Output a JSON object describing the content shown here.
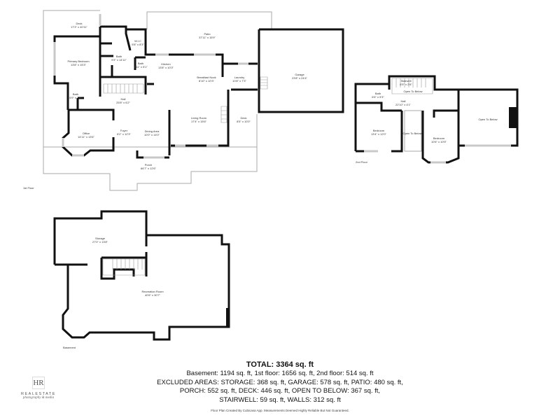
{
  "floors": {
    "first": {
      "label": "1st Floor",
      "rooms": [
        {
          "name": "Deck",
          "dims": "17'3\" x 40'11\""
        },
        {
          "name": "Primary Bedroom",
          "dims": "13'8\" x 15'3\""
        },
        {
          "name": "Bath",
          "dims": "9'9\" x 14'11\""
        },
        {
          "name": "W.I.C",
          "dims": "5'8\" x 8'3\""
        },
        {
          "name": "Bath",
          "dims": "2'11\" x 5'1\""
        },
        {
          "name": "Kitchen",
          "dims": "13'8\" x 10'3\""
        },
        {
          "name": "Patio",
          "dims": "37'11\" x 15'9\""
        },
        {
          "name": "Breakfast Nook",
          "dims": "8'10\" x 10'3\""
        },
        {
          "name": "Laundry",
          "dims": "10'8\" x 7'3\""
        },
        {
          "name": "Garage",
          "dims": "23'8\" x 24'4\""
        },
        {
          "name": "Bath",
          "dims": "6'9\" x 7'9\""
        },
        {
          "name": "Hall",
          "dims": "25'8\" x 6'2\""
        },
        {
          "name": "Office",
          "dims": "14'11\" x 13'6\""
        },
        {
          "name": "Foyer",
          "dims": "6'2\" x 12'3\""
        },
        {
          "name": "Dining Area",
          "dims": "10'0\" x 14'0\""
        },
        {
          "name": "Living Room",
          "dims": "17'4\" x 15'6\""
        },
        {
          "name": "Deck",
          "dims": "8'5\" x 10'0\""
        },
        {
          "name": "Porch",
          "dims": "66'7\" x 12'6\""
        }
      ]
    },
    "second": {
      "label": "2nd Floor",
      "rooms": [
        {
          "name": "Stairwell",
          "dims": "6'5\" x 2'6\""
        },
        {
          "name": "Open To Below",
          "dims": ""
        },
        {
          "name": "Bath",
          "dims": "6'6\" x 5'3\""
        },
        {
          "name": "Hall",
          "dims": "22'10\" x 4'1\""
        },
        {
          "name": "Bedroom",
          "dims": "13'4\" x 12'0\""
        },
        {
          "name": "Open To Below",
          "dims": ""
        },
        {
          "name": "Bedroom",
          "dims": "10'6\" x 10'5\""
        },
        {
          "name": "Open To Below",
          "dims": ""
        }
      ]
    },
    "basement": {
      "label": "Basement",
      "rooms": [
        {
          "name": "Storage",
          "dims": "27'0\" x 13'8\""
        },
        {
          "name": "Recreation Room",
          "dims": "40'6\" x 30'7\""
        }
      ]
    }
  },
  "summary": {
    "total": "TOTAL: 3364 sq. ft",
    "lines": [
      "Basement: 1194 sq. ft, 1st floor: 1656 sq. ft, 2nd floor: 514 sq. ft",
      "EXCLUDED AREAS: STORAGE: 368 sq. ft, GARAGE: 578 sq. ft, PATIO: 480 sq. ft,",
      "PORCH: 552 sq. ft, DECK: 446 sq. ft, OPEN TO BELOW: 367 sq. ft,",
      "STAIRWELL: 59 sq. ft, WALLS: 312 sq. ft"
    ],
    "credit": "Floor Plan Created By Cubicasa App. Measurements Deemed Highly Reliable But Not Guaranteed."
  },
  "logo": {
    "monogram": "HR",
    "brand": "REALESTATE",
    "tagline": "photography & media"
  }
}
